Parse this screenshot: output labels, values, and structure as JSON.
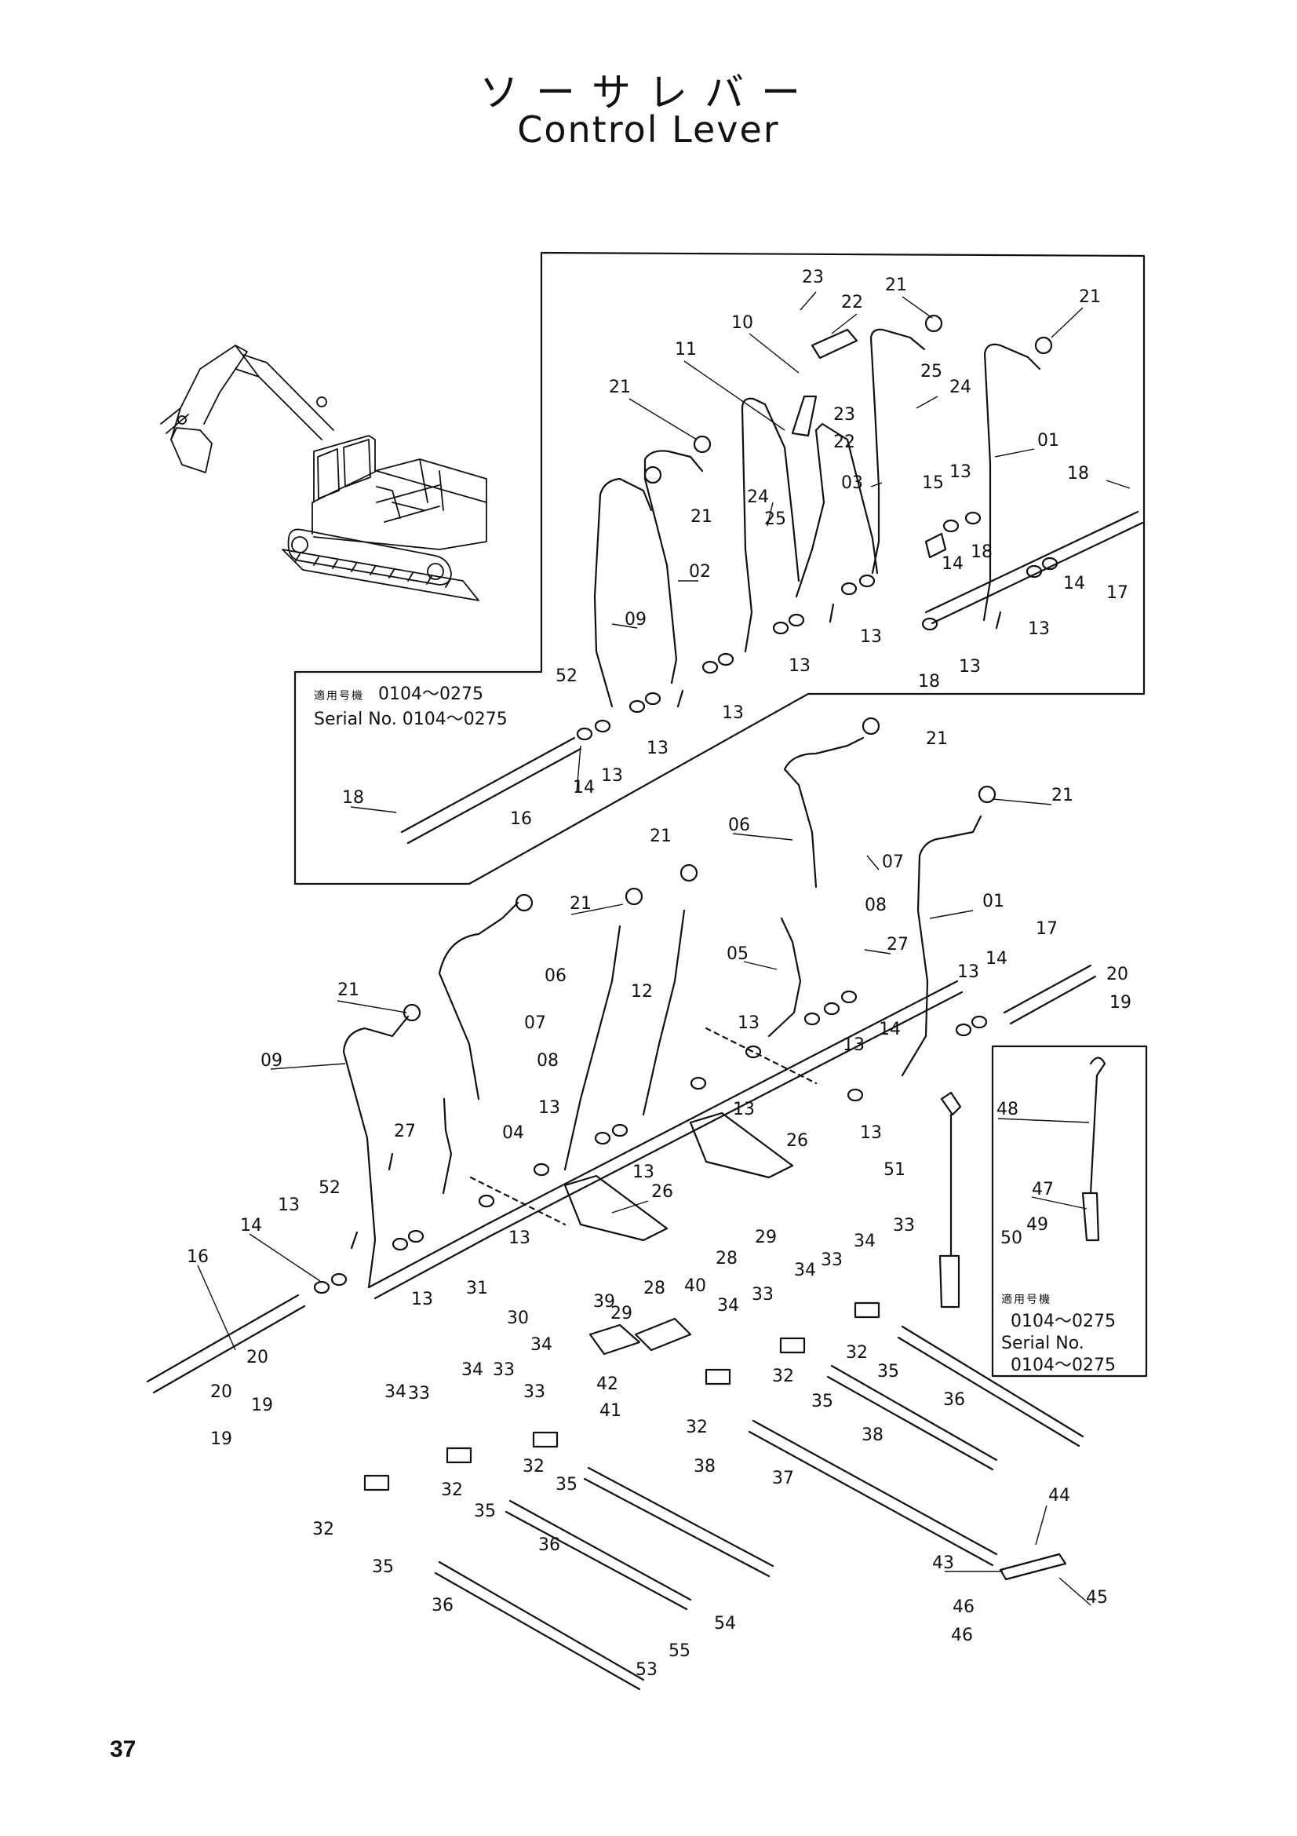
{
  "title": {
    "japanese": "ソーサレバー",
    "english": "Control Lever"
  },
  "page_number": "37",
  "inset_upper": {
    "applicable_label": "適用号機",
    "applicable_range": "0104～0275",
    "serial_label": "Serial No.",
    "serial_range": "0104～0275"
  },
  "inset_right": {
    "applicable_label": "適用号機",
    "applicable_range": "0104～0275",
    "serial_label": "Serial No.",
    "serial_range": "0104～0275"
  },
  "callouts": {
    "c01": "01",
    "c02": "02",
    "c03": "03",
    "c04": "04",
    "c05": "05",
    "c06": "06",
    "c07": "07",
    "c08": "08",
    "c09": "09",
    "c10": "10",
    "c11": "11",
    "c12": "12",
    "c13": "13",
    "c14": "14",
    "c15": "15",
    "c16": "16",
    "c17": "17",
    "c18": "18",
    "c19": "19",
    "c20": "20",
    "c21": "21",
    "c22": "22",
    "c23": "23",
    "c24": "24",
    "c25": "25",
    "c26": "26",
    "c27": "27",
    "c28": "28",
    "c29": "29",
    "c30": "30",
    "c31": "31",
    "c32": "32",
    "c33": "33",
    "c34": "34",
    "c35": "35",
    "c36": "36",
    "c37": "37",
    "c38": "38",
    "c39": "39",
    "c40": "40",
    "c41": "41",
    "c42": "42",
    "c43": "43",
    "c44": "44",
    "c45": "45",
    "c46": "46",
    "c47": "47",
    "c48": "48",
    "c49": "49",
    "c50": "50",
    "c51": "51",
    "c52": "52",
    "c53": "53",
    "c54": "54",
    "c55": "55"
  }
}
